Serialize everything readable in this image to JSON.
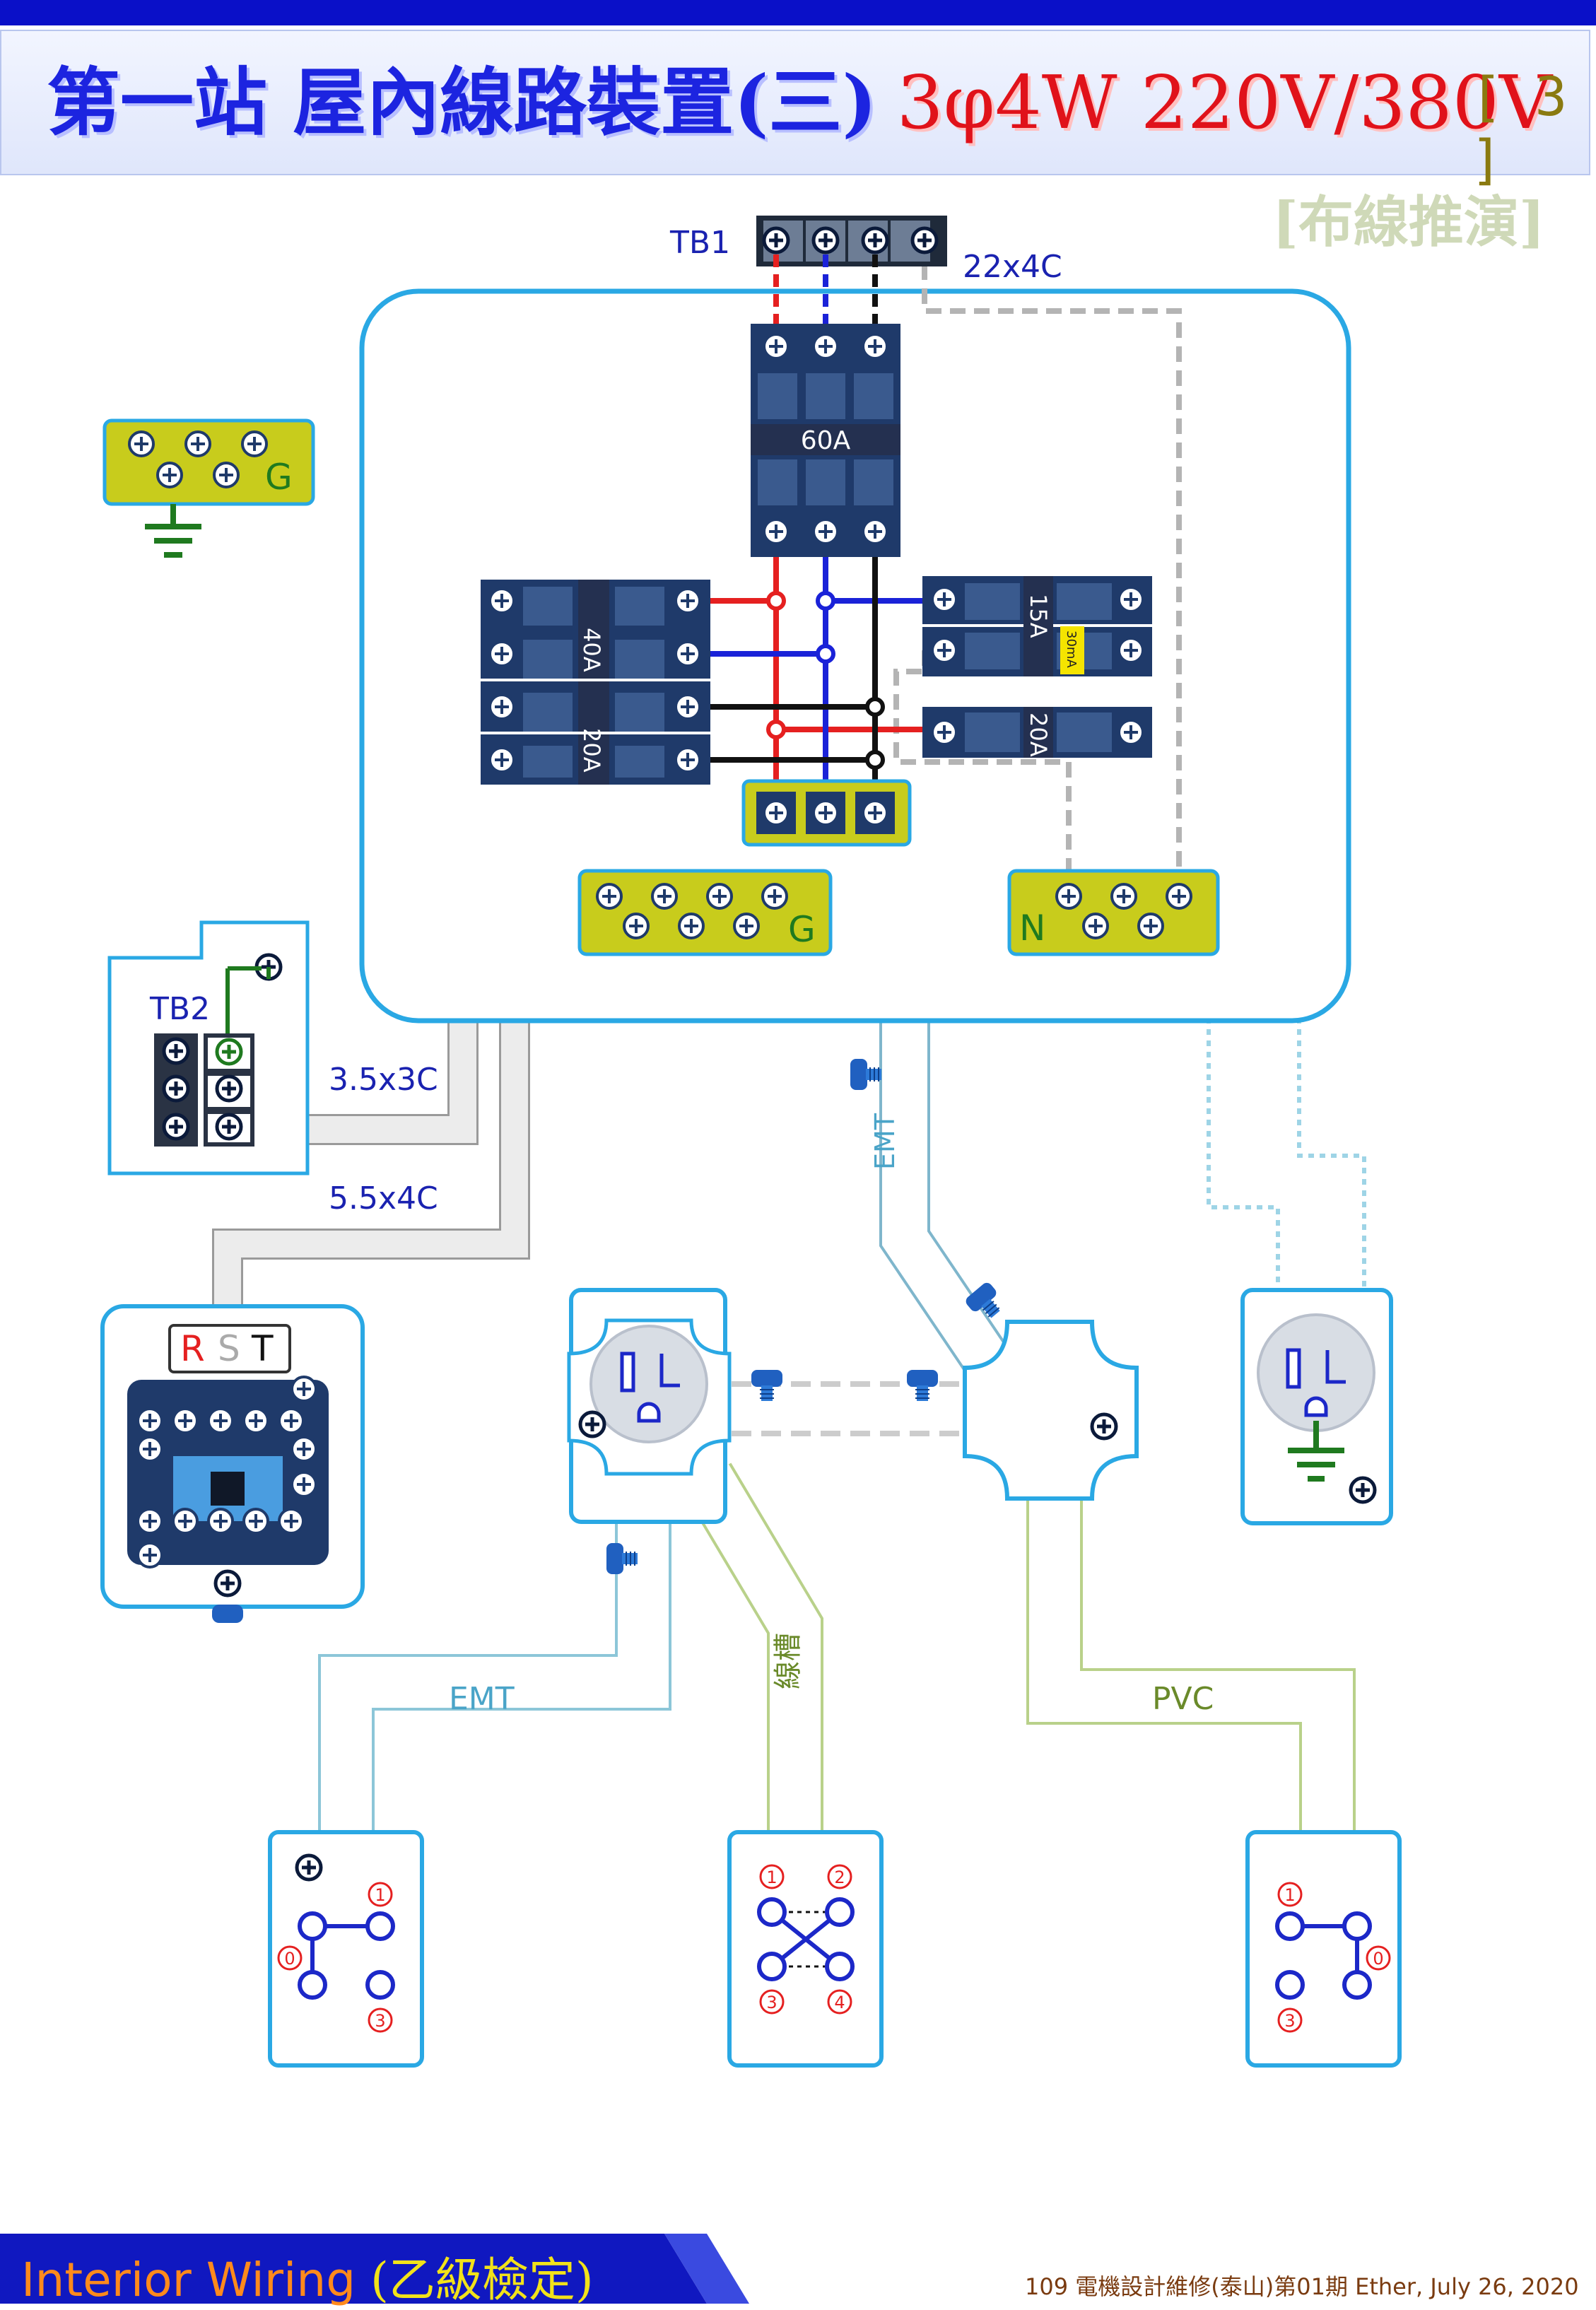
{
  "header": {
    "title_cn": "第一站 屋內線路裝置(三)",
    "title_system": "3φ4W 220V/380V",
    "page_number": "[ 3 ]",
    "subtitle": "[布線推演]"
  },
  "labels": {
    "tb1": "TB1",
    "cable_tb1": "22x4C",
    "main_breaker": "60A",
    "breaker_40a": "40A",
    "breaker_20a_3p": "20A",
    "breaker_15a": "15A",
    "rcd_label": "30mA",
    "breaker_20a_1p": "20A",
    "ground_g": "G",
    "neutral_n": "N",
    "tb2": "TB2",
    "cable_35": "3.5x3C",
    "cable_55": "5.5x4C",
    "phase_r": "R",
    "phase_s": "S",
    "phase_t": "T",
    "conduit_emt": "EMT",
    "conduit_raceway": "線槽",
    "conduit_pvc": "PVC",
    "switch_terms": [
      "1",
      "0",
      "3",
      "1",
      "2",
      "3",
      "4",
      "1",
      "0",
      "3"
    ]
  },
  "footer": {
    "brand_left": "Interior Wiring",
    "brand_right": "(乙級檢定)",
    "credit": "109 電機設計維修(泰山)第01期 Ether, July 26, 2020"
  },
  "colors": {
    "enclosure": "#2aa8e4",
    "breaker": "#1f3a6a",
    "busbar": "#c8cc1c",
    "phase_r": "#e52020",
    "phase_s": "#1a22d8",
    "phase_t": "#111111",
    "neutral_wire": "#b4b4b4",
    "emt_conduit": "#a8d4e2",
    "pvc_conduit": "#c6d9a2"
  }
}
